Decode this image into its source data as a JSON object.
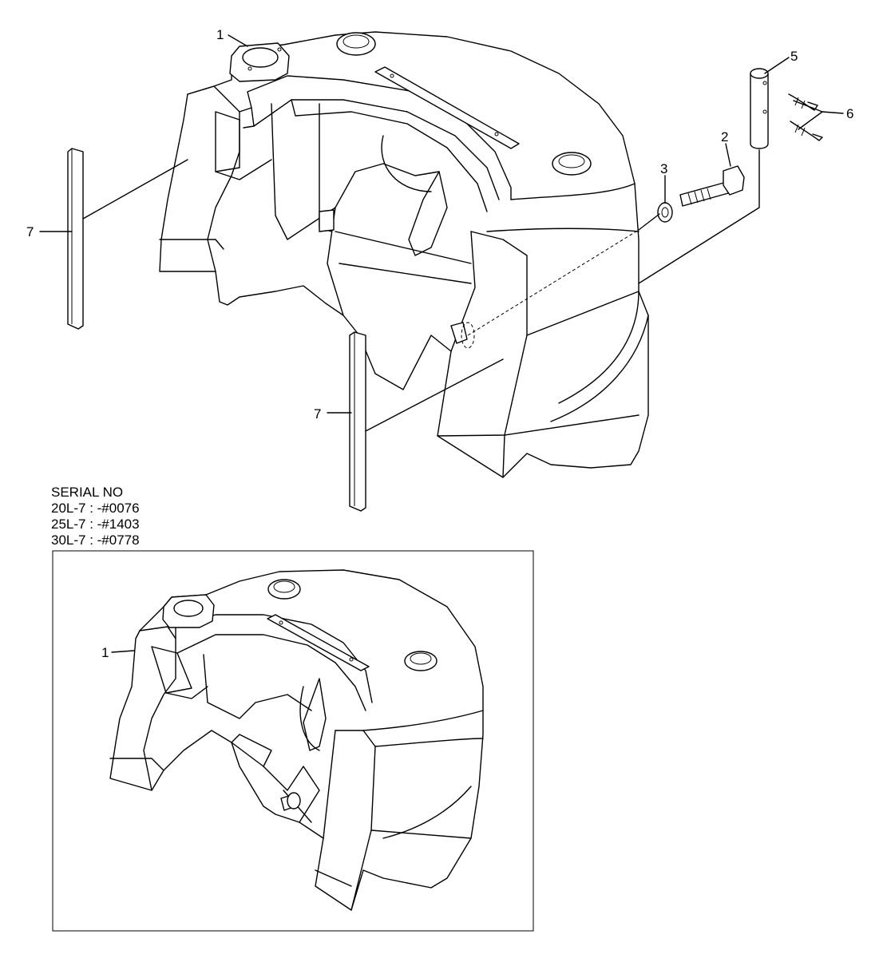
{
  "callouts": {
    "c1_top": "1",
    "c2": "2",
    "c3": "3",
    "c5": "5",
    "c6": "6",
    "c7_left": "7",
    "c7_mid": "7",
    "c1_inset": "1"
  },
  "serial": {
    "heading": "SERIAL NO",
    "lines": [
      "20L-7 : -#0076",
      "25L-7 : -#1403",
      "30L-7 : -#0778"
    ]
  },
  "colors": {
    "line": "#000000",
    "background": "#ffffff"
  }
}
